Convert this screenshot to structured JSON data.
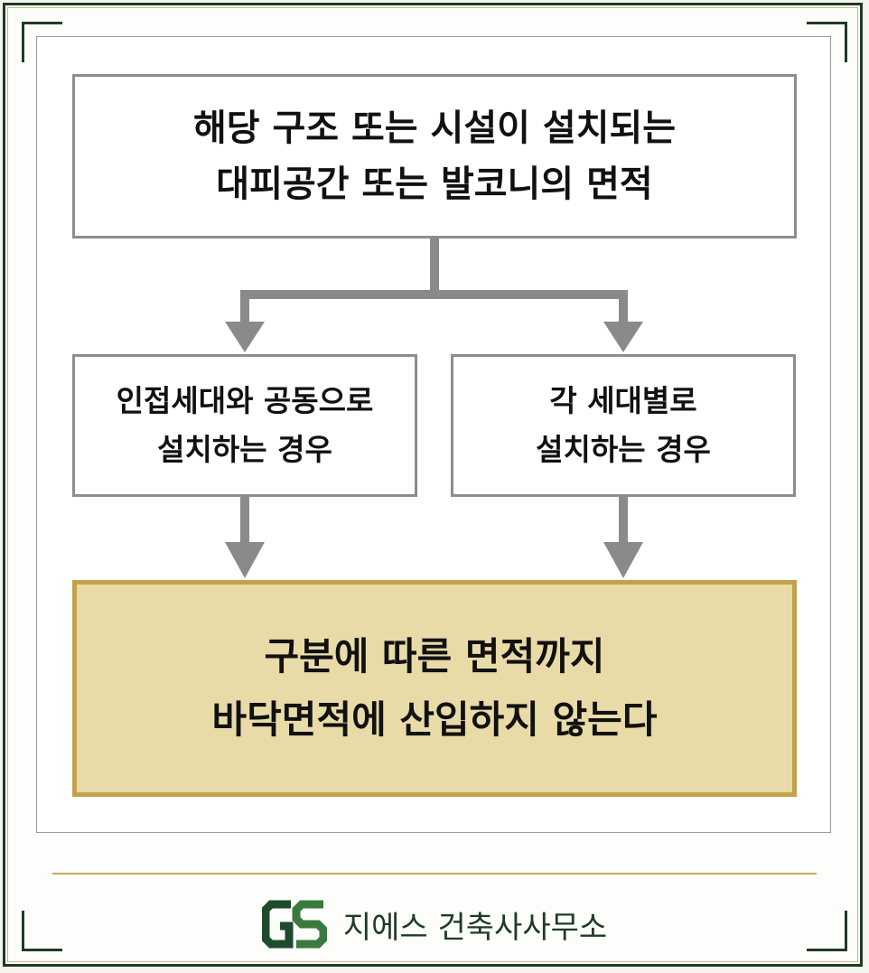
{
  "diagram": {
    "top_box": {
      "line1": "해당 구조 또는 시설이 설치되는",
      "line2": "대피공간 또는 발코니의 면적"
    },
    "left_box": {
      "line1": "인접세대와 공동으로",
      "line2": "설치하는 경우"
    },
    "right_box": {
      "line1": "각 세대별로",
      "line2": "설치하는 경우"
    },
    "result_box": {
      "line1": "구분에 따른 면적까지",
      "line2": "바닥면적에 산입하지 않는다"
    }
  },
  "footer": {
    "logo_text": "GS",
    "firm_name": "지에스 건축사사무소"
  },
  "colors": {
    "frame": "#1f3a26",
    "box_border": "#8d8d8d",
    "arrow": "#8a8a8a",
    "result_fill": "#e9dba7",
    "result_border": "#c2a24c",
    "gold_rule": "#c9a85a"
  }
}
